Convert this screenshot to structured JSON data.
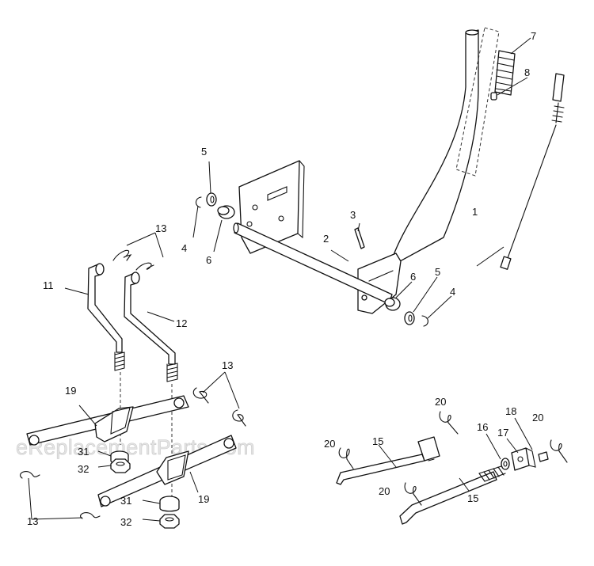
{
  "watermark": "eReplacementParts.com",
  "callouts": {
    "c1": "1",
    "c2": "2",
    "c3": "3",
    "c4a": "4",
    "c4b": "4",
    "c5a": "5",
    "c5b": "5",
    "c6a": "6",
    "c6b": "6",
    "c7": "7",
    "c8": "8",
    "c11": "11",
    "c12": "12",
    "c13a": "13",
    "c13b": "13",
    "c13c": "13",
    "c15a": "15",
    "c15b": "15",
    "c16": "16",
    "c17": "17",
    "c18": "18",
    "c19a": "19",
    "c19b": "19",
    "c20a": "20",
    "c20b": "20",
    "c20c": "20",
    "c20d": "20",
    "c31a": "31",
    "c31b": "31",
    "c32a": "32",
    "c32b": "32"
  }
}
